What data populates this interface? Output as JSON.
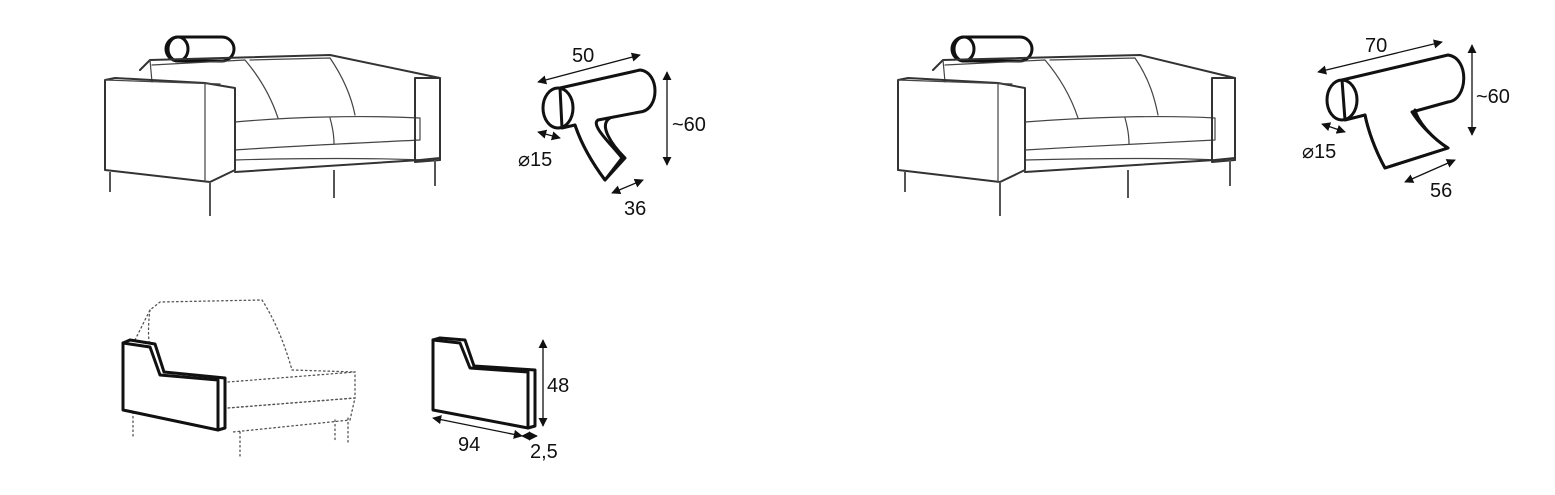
{
  "colors": {
    "ink": "#111111",
    "line": "#444444",
    "background": "#ffffff"
  },
  "diagram_1": {
    "headrest_length": "50",
    "headrest_height": "~60",
    "headrest_diameter": "⌀15",
    "headrest_depth": "36"
  },
  "diagram_2": {
    "headrest_length": "70",
    "headrest_height": "~60",
    "headrest_diameter": "⌀15",
    "headrest_depth": "56"
  },
  "diagram_3": {
    "armrest_height": "48",
    "armrest_length": "94",
    "armrest_thickness": "2,5"
  }
}
